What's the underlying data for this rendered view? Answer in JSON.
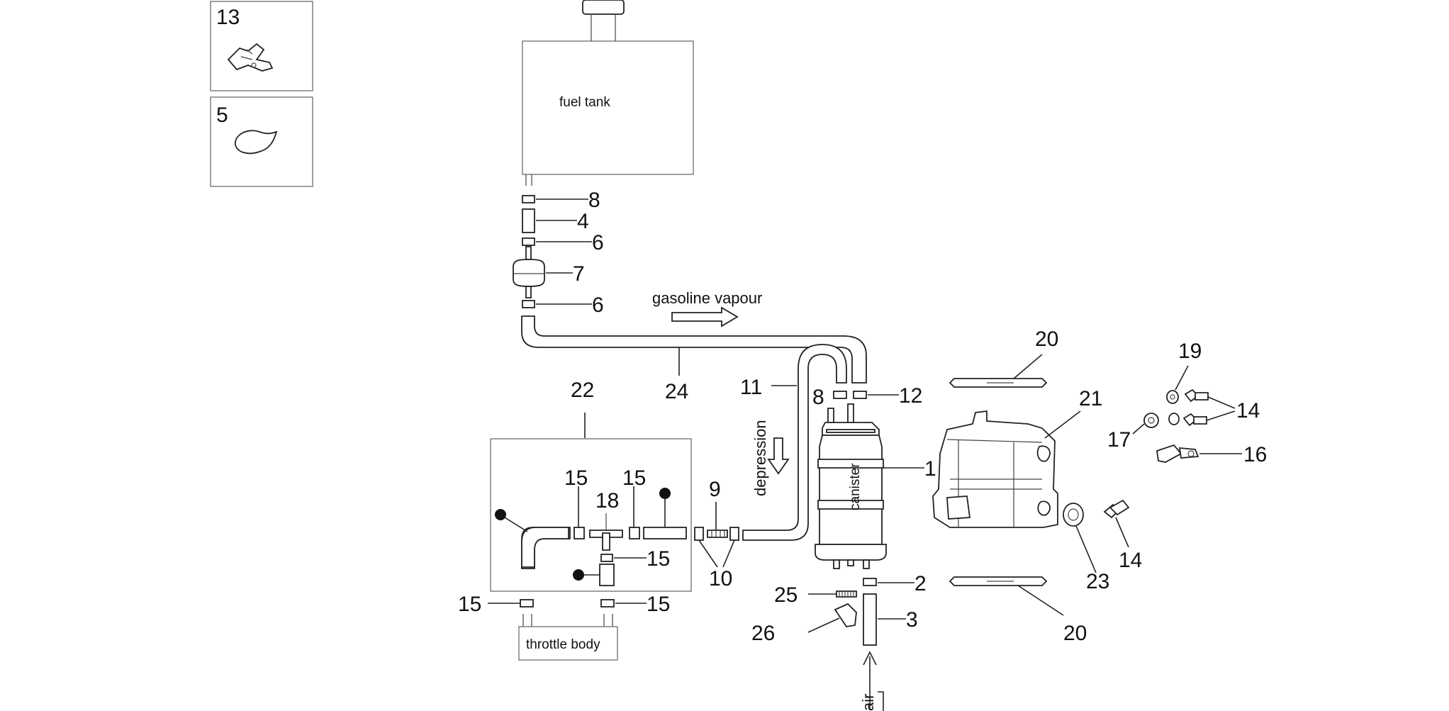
{
  "labels": {
    "fuel_tank": "fuel tank",
    "gasoline_vapour": "gasoline vapour",
    "depression": "depression",
    "canister": "canister",
    "throttle_body": "throttle body",
    "air": "air"
  },
  "callouts": {
    "c13": "13",
    "c5": "5",
    "c8a": "8",
    "c4": "4",
    "c6a": "6",
    "c7": "7",
    "c6b": "6",
    "c24": "24",
    "c22": "22",
    "c11": "11",
    "c8b": "8",
    "c12": "12",
    "c1": "1",
    "c20a": "20",
    "c20b": "20",
    "c21": "21",
    "c19": "19",
    "c14a": "14",
    "c17": "17",
    "c16": "16",
    "c14b": "14",
    "c23": "23",
    "c9": "9",
    "c10": "10",
    "c15a": "15",
    "c15b": "15",
    "c18": "18",
    "c15c": "15",
    "c15d": "15",
    "c15e": "15",
    "c2": "2",
    "c25": "25",
    "c3": "3",
    "c26": "26"
  },
  "icons": {
    "inset_13": "hose-clamp-icon",
    "inset_5": "clip-icon"
  }
}
